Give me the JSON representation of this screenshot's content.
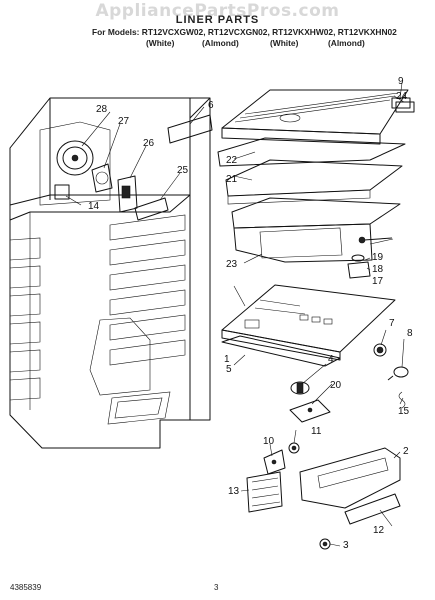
{
  "header": {
    "watermark": "AppliancePartsPros.com",
    "title": "LINER PARTS",
    "models_line": "For Models: RT12VCXGW02, RT12VCXGN02, RT12VKXHW02, RT12VKXHN02",
    "colors": [
      "(White)",
      "(Almond)",
      "(White)",
      "(Almond)"
    ]
  },
  "callouts": [
    "1",
    "2",
    "3",
    "4",
    "5",
    "6",
    "7",
    "8",
    "9",
    "10",
    "11",
    "12",
    "13",
    "14",
    "15",
    "17",
    "18",
    "19",
    "20",
    "21",
    "22",
    "23",
    "24",
    "25",
    "26",
    "27",
    "28"
  ],
  "footer": {
    "left": "4385839",
    "center": "3"
  }
}
